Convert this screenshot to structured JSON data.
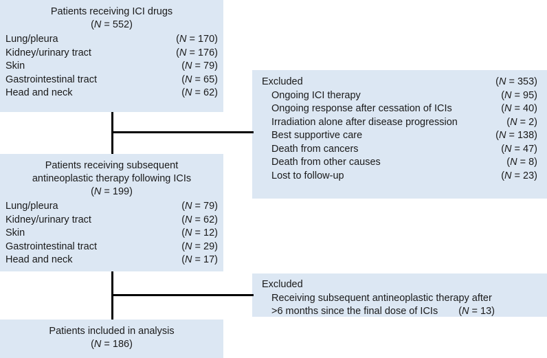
{
  "theme": {
    "box_fill": "#dce7f3",
    "background": "#ffffff",
    "connector": "#000000",
    "text": "#1a1a1a"
  },
  "box1": {
    "title_line1": "Patients receiving ICI drugs",
    "title_line2_prefix": "(",
    "title_line2_n": "N",
    "title_line2_value": " = 552)",
    "rows": [
      {
        "label": "Lung/pleura",
        "value": " = 170)"
      },
      {
        "label": "Kidney/urinary tract",
        "value": " = 176)"
      },
      {
        "label": "Skin",
        "value": " = 79)"
      },
      {
        "label": "Gastrointestinal tract",
        "value": " = 65)"
      },
      {
        "label": "Head and neck",
        "value": " = 62)"
      }
    ]
  },
  "excluded1": {
    "heading": "Excluded",
    "heading_value": " = 353)",
    "rows": [
      {
        "label": "Ongoing ICI therapy",
        "value": " = 95)"
      },
      {
        "label": "Ongoing response after cessation of ICIs",
        "value": " = 40)"
      },
      {
        "label": "Irradiation alone after disease progression",
        "value": " = 2)"
      },
      {
        "label": "Best supportive care",
        "value": " = 138)"
      },
      {
        "label": "Death from cancers",
        "value": " = 47)"
      },
      {
        "label": "Death from other causes",
        "value": " = 8)"
      },
      {
        "label": "Lost to follow-up",
        "value": " = 23)"
      }
    ]
  },
  "box2": {
    "title_line1": "Patients receiving subsequent",
    "title_line2": "antineoplastic therapy following ICIs",
    "title_line3_value": " = 199)",
    "rows": [
      {
        "label": "Lung/pleura",
        "value": " = 79)"
      },
      {
        "label": "Kidney/urinary tract",
        "value": " = 62)"
      },
      {
        "label": "Skin",
        "value": " = 12)"
      },
      {
        "label": "Gastrointestinal tract",
        "value": " = 29)"
      },
      {
        "label": "Head and neck",
        "value": " = 17)"
      }
    ]
  },
  "excluded2": {
    "heading": "Excluded",
    "line1": "Receiving subsequent antineoplastic therapy after",
    "line2": ">6 months since the final dose of ICIs",
    "line2_value": " = 13)"
  },
  "box3": {
    "title": "Patients included in analysis",
    "title_value": " = 186)"
  },
  "italic_n": "N"
}
